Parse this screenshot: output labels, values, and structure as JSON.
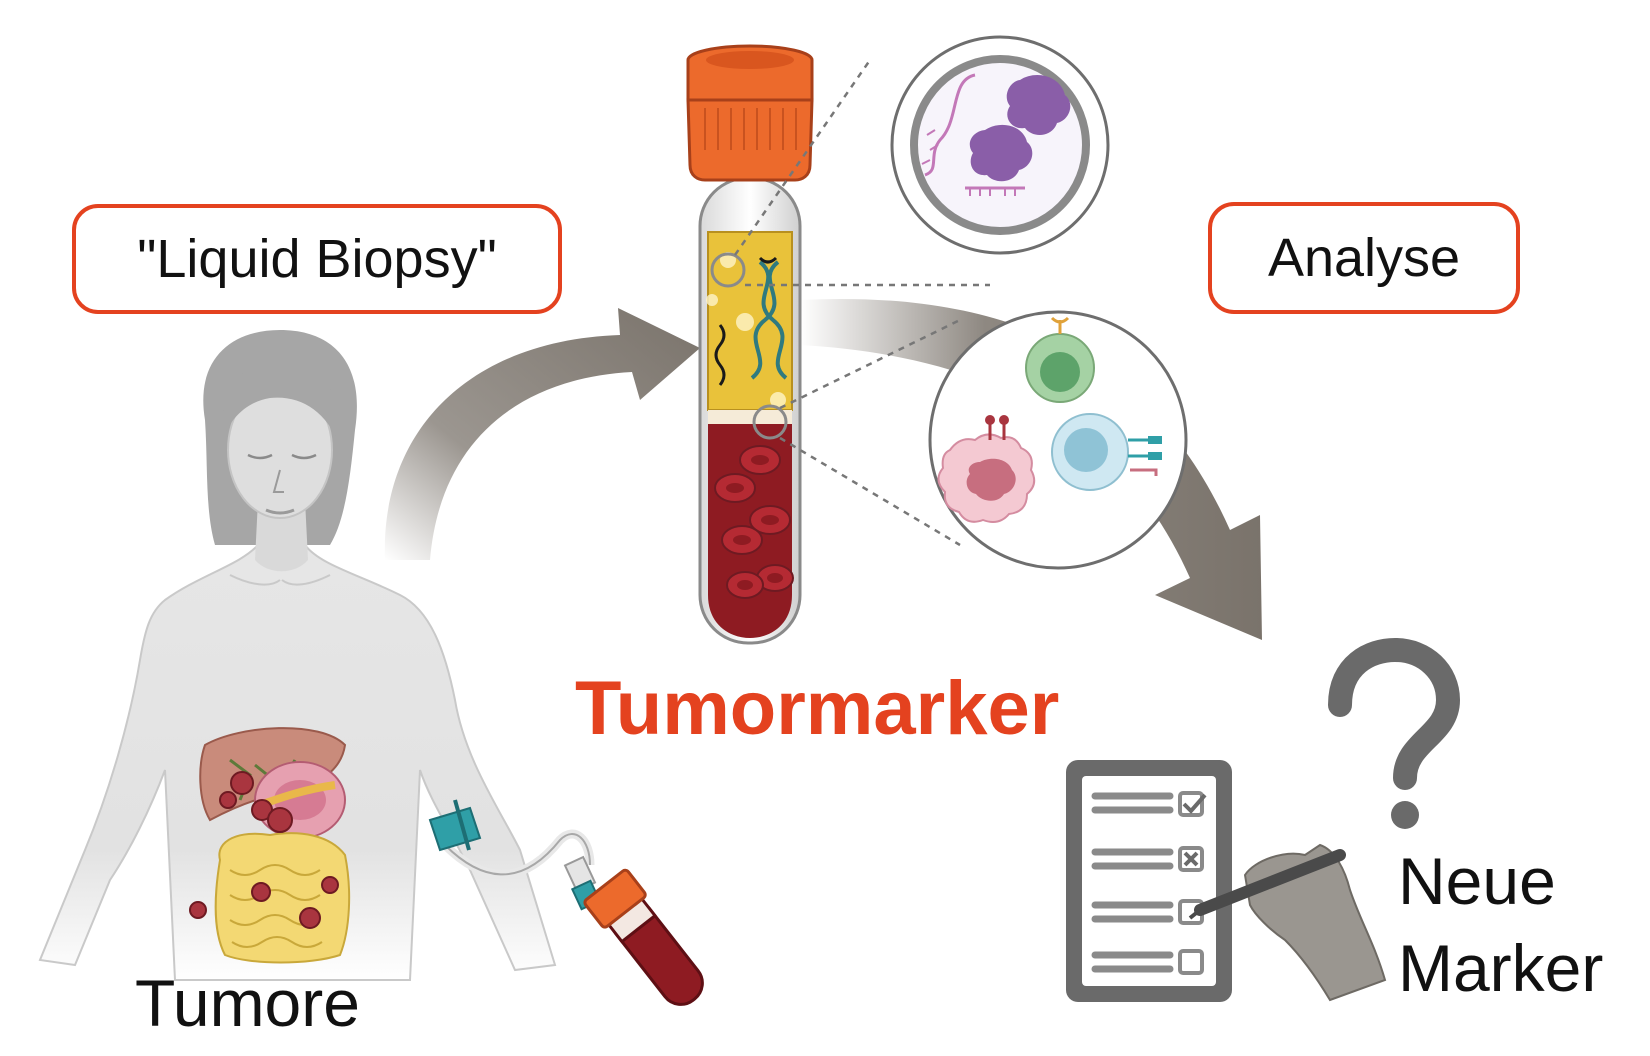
{
  "labels": {
    "liquid_biopsy": "\"Liquid Biopsy\"",
    "analyse": "Analyse",
    "tumormarker": "Tumormarker",
    "tumore": "Tumore",
    "neue_line1": "Neue",
    "neue_line2": "Marker"
  },
  "colors": {
    "accent": "#e4421f",
    "arrow": "#7a736b",
    "plasma": "#e9c23a",
    "blood": "#8e1b22",
    "cap": "#ec6a2c",
    "body": "#dcdcdc"
  },
  "icons": [
    "woman-figure-icon",
    "liver-icon",
    "intestine-icon",
    "tumor-icon",
    "butterfly-needle-icon",
    "blood-tube-icon",
    "test-tube-icon",
    "dna-icon",
    "protein-icon",
    "cell-icon",
    "magnifier-circle-icon",
    "checklist-icon",
    "writing-hand-icon",
    "question-mark-icon"
  ]
}
